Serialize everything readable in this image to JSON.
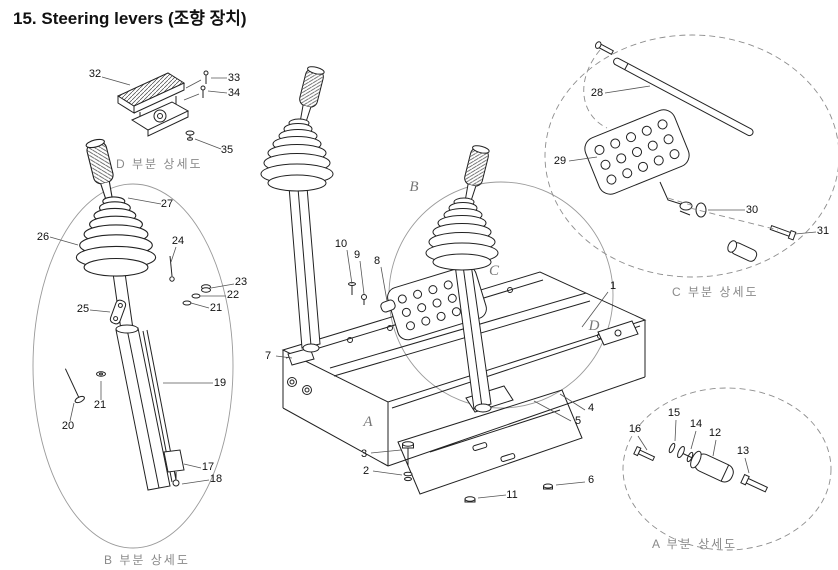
{
  "title": "15. Steering levers (조향 장치)",
  "captions": {
    "detail_d": "D 부분 상세도",
    "detail_b": "B 부분 상세도",
    "detail_c": "C 부분 상세도",
    "detail_a": "A 부분 상세도"
  },
  "region_labels": {
    "a": "A",
    "b": "B",
    "c": "C",
    "d": "D"
  },
  "parts": {
    "p1": "1",
    "p2": "2",
    "p3": "3",
    "p4": "4",
    "p5": "5",
    "p6": "6",
    "p7": "7",
    "p8": "8",
    "p9": "9",
    "p10": "10",
    "p11": "11",
    "p12": "12",
    "p13": "13",
    "p14": "14",
    "p15": "15",
    "p16": "16",
    "p17": "17",
    "p18": "18",
    "p19": "19",
    "p20": "20",
    "p21": "21",
    "p22": "22",
    "p23": "23",
    "p24": "24",
    "p25": "25",
    "p26": "26",
    "p27": "27",
    "p28": "28",
    "p29": "29",
    "p30": "30",
    "p31": "31",
    "p32": "32",
    "p33": "33",
    "p34": "34",
    "p35": "35"
  }
}
